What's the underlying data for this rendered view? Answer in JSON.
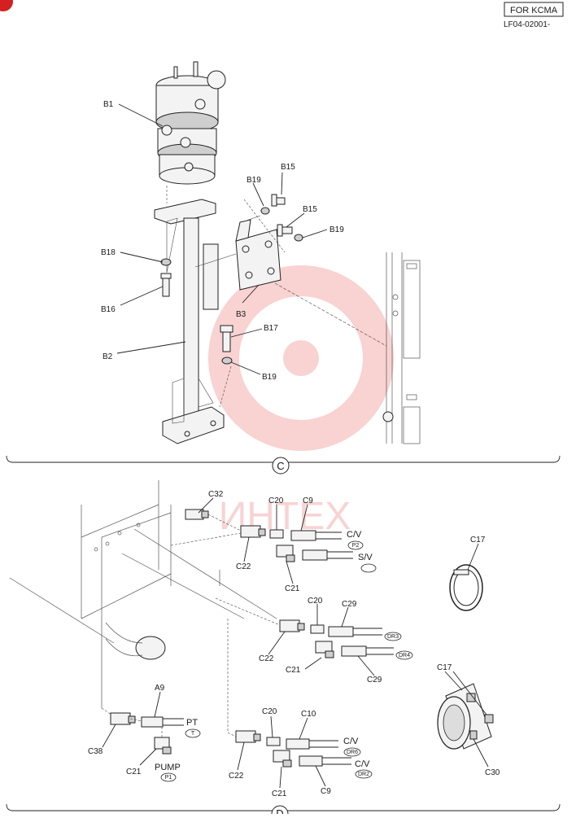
{
  "header": {
    "badge": "FOR KCMA",
    "code": "LF04-02001-"
  },
  "watermark": {
    "text": "ИНТЕХ",
    "color": "#f08080"
  },
  "section_c": {
    "marker": "C",
    "labels": {
      "b1": "B1",
      "b15a": "B15",
      "b19a": "B19",
      "b15b": "B15",
      "b19b": "B19",
      "b18": "B18",
      "b16": "B16",
      "b3": "B3",
      "b17": "B17",
      "b2": "B2",
      "b19c": "B19"
    }
  },
  "section_d": {
    "marker": "D",
    "labels": {
      "c32": "C32",
      "c20a": "C20",
      "c9a": "C9",
      "cva": "C/V",
      "tag_p2": "P2",
      "c22a": "C22",
      "c21a": "C21",
      "sv": "S/V",
      "c17a": "C17",
      "c20b": "C20",
      "c29a": "C29",
      "tag_dr3": "DR3",
      "c22b": "C22",
      "c21b": "C21",
      "tag_dr4": "DR4",
      "c29b": "C29",
      "c17b": "C17",
      "c30": "C30",
      "a9": "A9",
      "pt": "PT",
      "tag_t": "T",
      "c38": "C38",
      "c21c": "C21",
      "pump": "PUMP",
      "tag_p1": "P1",
      "c20c": "C20",
      "c10": "C10",
      "cvb": "C/V",
      "tag_dr6": "DR6",
      "c22c": "C22",
      "cvc": "C/V",
      "tag_dr2": "DR2",
      "c21d": "C21",
      "c9b": "C9"
    }
  }
}
